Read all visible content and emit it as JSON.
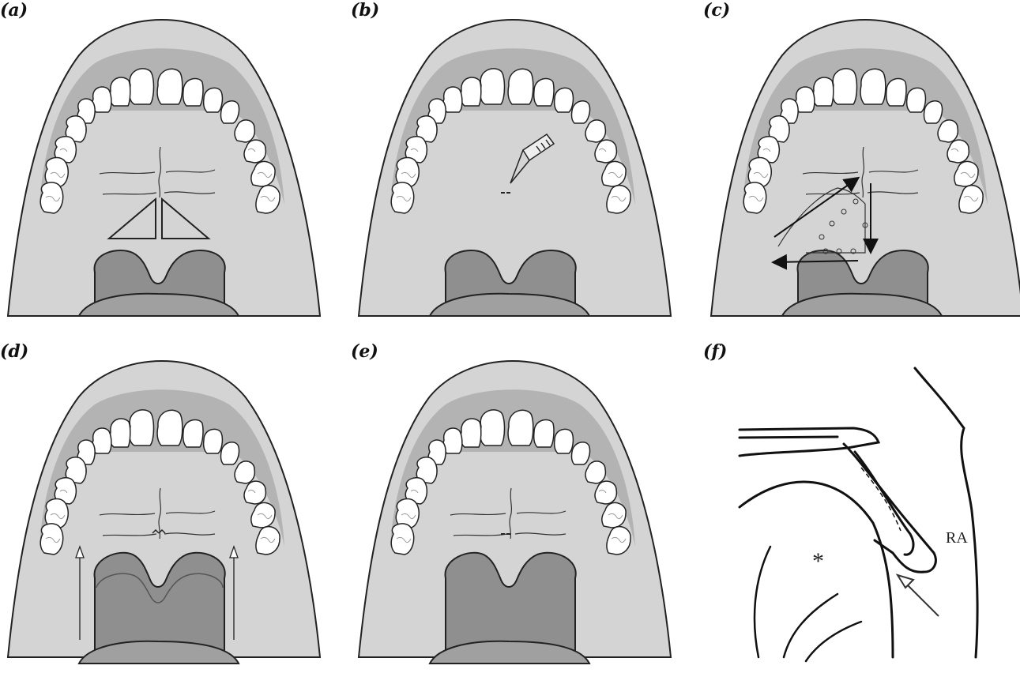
{
  "panels": [
    {
      "id": "a",
      "label": "(a)"
    },
    {
      "id": "b",
      "label": "(b)"
    },
    {
      "id": "c",
      "label": "(c)"
    },
    {
      "id": "d",
      "label": "(d)"
    },
    {
      "id": "e",
      "label": "(e)"
    },
    {
      "id": "f",
      "label": "(f)"
    }
  ],
  "annotations": {
    "ra": "RA",
    "asterisk": "*"
  },
  "colors": {
    "skin": "#d4d4d4",
    "gum": "#b3b3b3",
    "tongue": "#8f8f8f",
    "tooth": "#ffffff",
    "outline": "#222222"
  }
}
